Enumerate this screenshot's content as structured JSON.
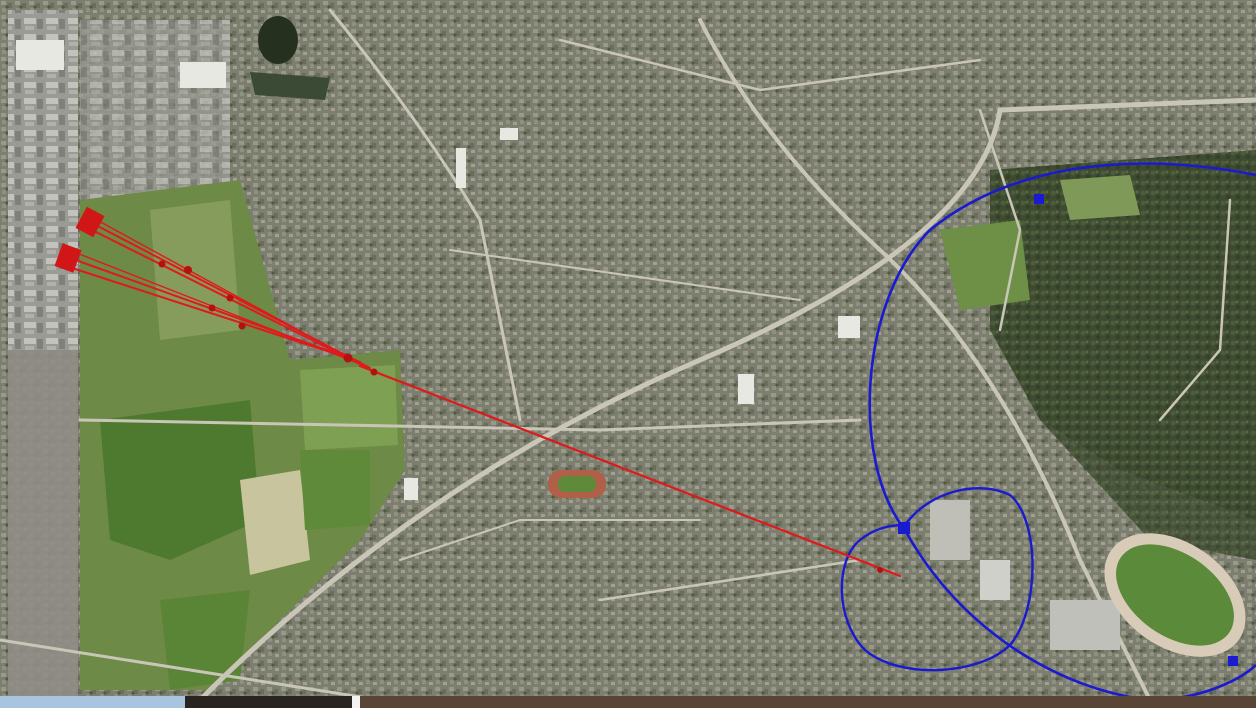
{
  "map": {
    "kind": "aerial-photograph",
    "features": [
      {
        "name": "experiment-beamlines",
        "color": "#e01a1a",
        "style": "tapered-lines-converging"
      },
      {
        "name": "large-ring",
        "color": "#1a1ad0",
        "style": "closed-loop"
      },
      {
        "name": "small-ring",
        "color": "#1a1ad0",
        "style": "closed-loop"
      },
      {
        "name": "racetrack",
        "color": "#d8ccb8",
        "style": "oval-track"
      },
      {
        "name": "sports-field",
        "color": "#b06048",
        "style": "running-track"
      }
    ]
  },
  "colors": {
    "beam": "#e01a1a",
    "ring": "#1a1ad0",
    "top_strip": "#1a9ad8",
    "vegetation_dark": "#3c4a32",
    "vegetation_light": "#7fa05a",
    "urban": "#8a8a7e"
  }
}
